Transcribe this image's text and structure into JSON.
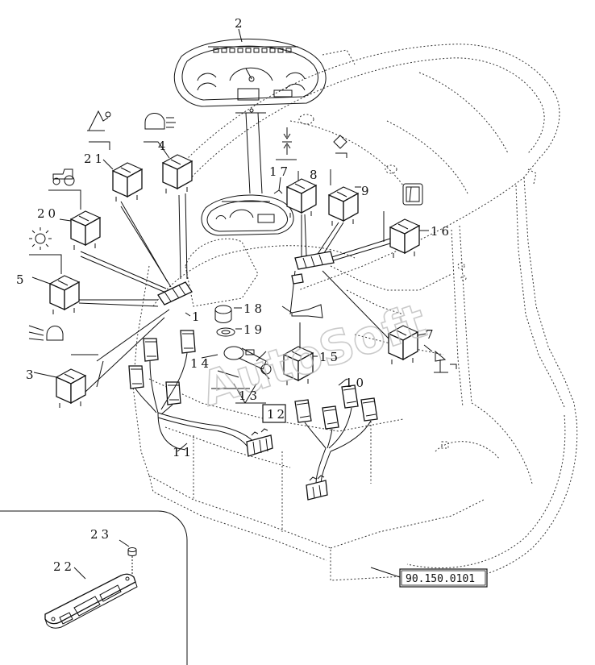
{
  "diagram": {
    "callouts": [
      "1",
      "2",
      "3",
      "4",
      "5",
      "7",
      "8",
      "9",
      "10",
      "11",
      "12",
      "13",
      "14",
      "15",
      "16",
      "17",
      "18",
      "19",
      "20",
      "21",
      "22",
      "23"
    ],
    "reference_code": "90.150.0101",
    "watermark": "AutoSoft"
  }
}
